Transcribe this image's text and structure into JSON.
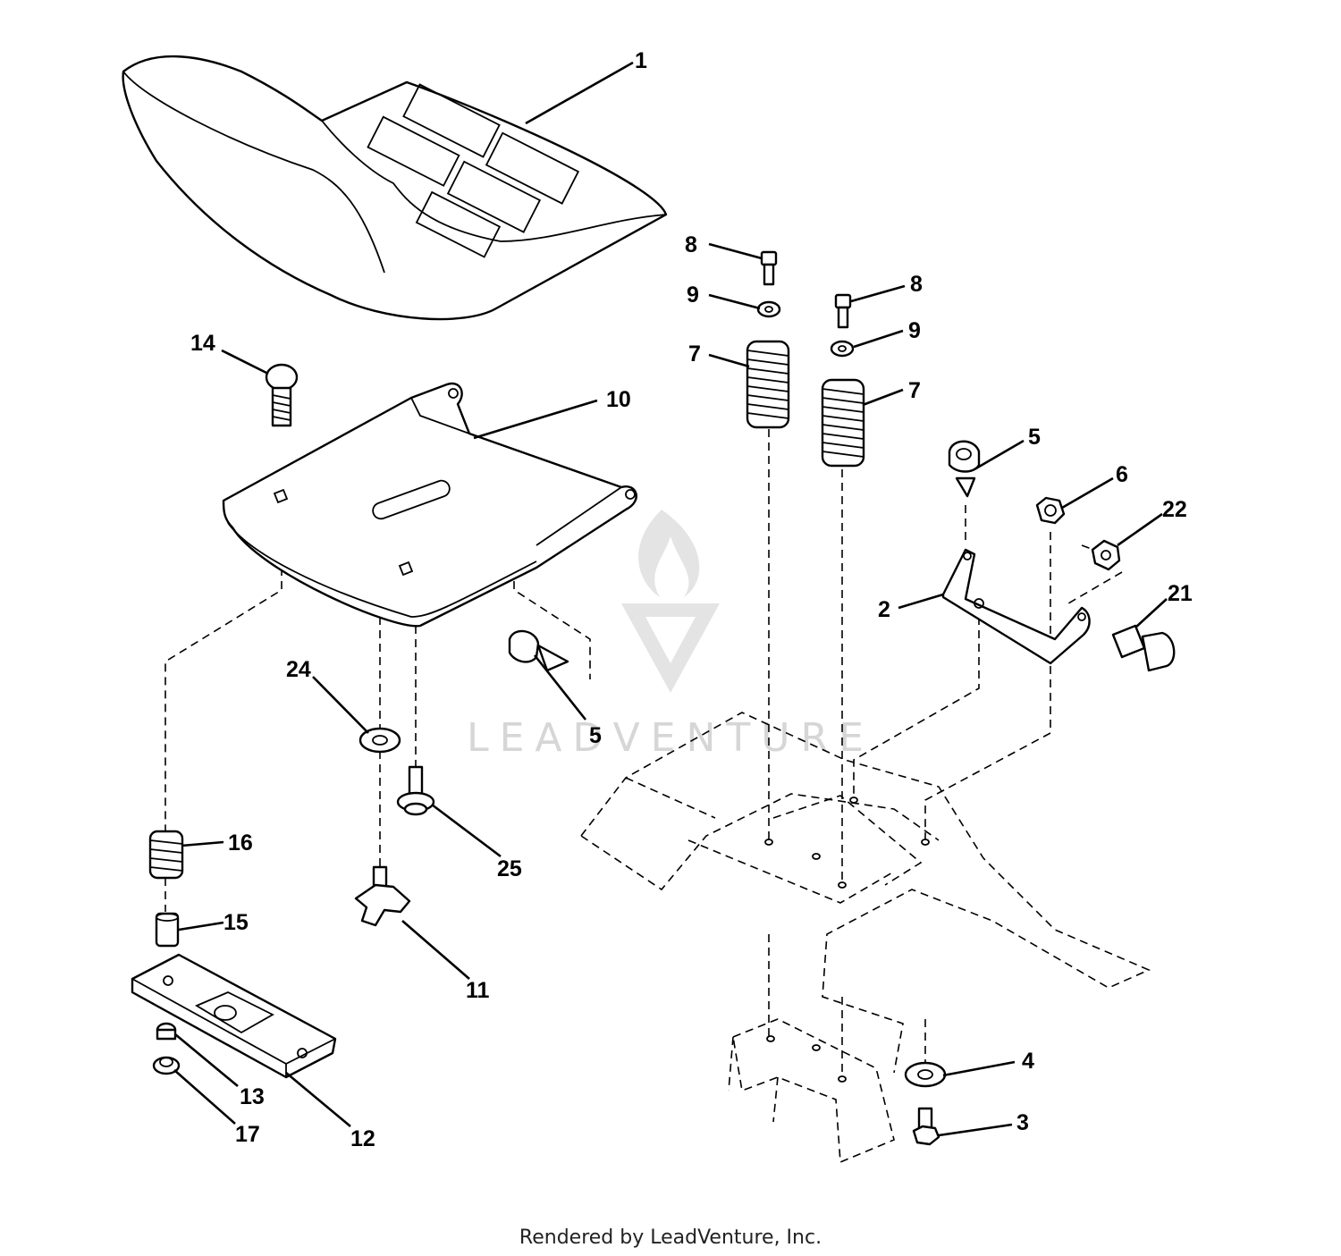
{
  "watermark": {
    "brand": "LEADVENTURE"
  },
  "footer": {
    "rendered_by": "Rendered by LeadVenture, Inc."
  },
  "callouts": {
    "c1": "1",
    "c2": "2",
    "c3": "3",
    "c4": "4",
    "c5a": "5",
    "c5b": "5",
    "c6": "6",
    "c7a": "7",
    "c7b": "7",
    "c8a": "8",
    "c8b": "8",
    "c9a": "9",
    "c9b": "9",
    "c10": "10",
    "c11": "11",
    "c12": "12",
    "c13": "13",
    "c14": "14",
    "c15": "15",
    "c16": "16",
    "c17": "17",
    "c21": "21",
    "c22": "22",
    "c24": "24",
    "c25": "25"
  }
}
